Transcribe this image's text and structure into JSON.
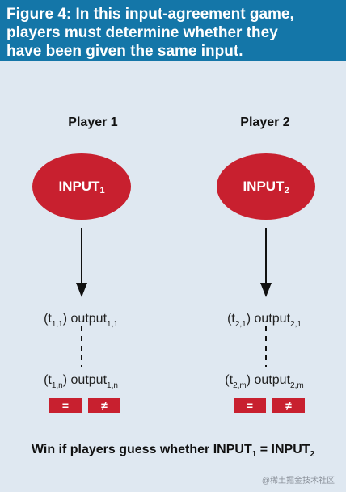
{
  "header": {
    "lines": [
      "Figure 4: In this input-agreement game,",
      "players must determine whether they",
      "have been given the same input."
    ]
  },
  "players": [
    {
      "title": "Player 1",
      "input_label": "INPUT",
      "input_sub": "1",
      "out1_t_sub": "1,1",
      "out1_o_sub": "1,1",
      "out2_t_sub": "1,n",
      "out2_o_sub": "1,n"
    },
    {
      "title": "Player 2",
      "input_label": "INPUT",
      "input_sub": "2",
      "out1_t_sub": "2,1",
      "out1_o_sub": "2,1",
      "out2_t_sub": "2,m",
      "out2_o_sub": "2,m"
    }
  ],
  "output_word": "output",
  "t_letter": "t",
  "buttons": {
    "equal": "=",
    "not_equal": "≠"
  },
  "footer": {
    "prefix": "Win if players guess whether ",
    "input_label": "INPUT",
    "sub1": "1",
    "eq": " = ",
    "sub2": "2"
  },
  "watermark": "@稀土掘金技术社区",
  "colors": {
    "header_bg": "#1476a8",
    "panel_bg": "#dfe8f1",
    "accent_red": "#c8202f"
  }
}
